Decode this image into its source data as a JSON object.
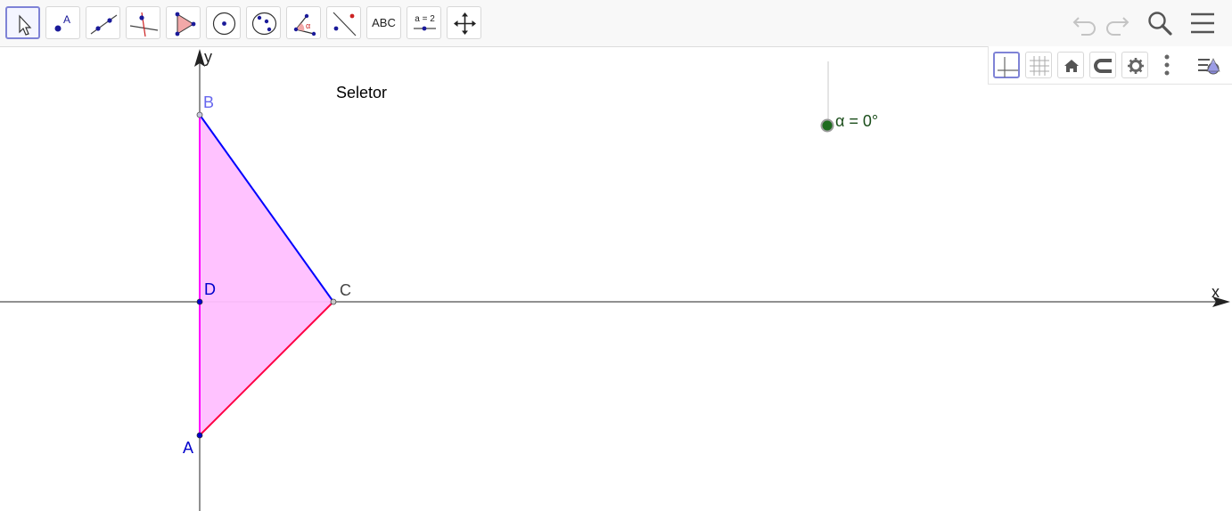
{
  "toolbar": {
    "tools": [
      {
        "id": "move",
        "icon": "cursor-arrow-icon",
        "active": true
      },
      {
        "id": "point",
        "icon": "point-icon",
        "text": "A"
      },
      {
        "id": "line",
        "icon": "line-icon"
      },
      {
        "id": "perpendicular",
        "icon": "perpendicular-line-icon"
      },
      {
        "id": "polygon",
        "icon": "polygon-icon"
      },
      {
        "id": "circle",
        "icon": "circle-center-point-icon"
      },
      {
        "id": "conic",
        "icon": "ellipse-icon"
      },
      {
        "id": "angle",
        "icon": "angle-icon",
        "text": "α"
      },
      {
        "id": "reflect",
        "icon": "reflect-about-line-icon"
      },
      {
        "id": "text",
        "icon": "text-icon",
        "text": "ABC"
      },
      {
        "id": "slider",
        "icon": "slider-icon",
        "text": "a = 2"
      },
      {
        "id": "move-graphics",
        "icon": "move-graphics-view-icon"
      }
    ],
    "right": [
      "undo-icon",
      "redo-icon",
      "search-icon",
      "menu-icon"
    ]
  },
  "style_bar": {
    "buttons": [
      "axes-icon",
      "grid-icon",
      "home-icon",
      "magnet-icon",
      "gear-icon",
      "more-vertical-icon",
      "style-bar-toggle-icon"
    ]
  },
  "canvas": {
    "text_object": "Seletor",
    "slider_label": "α = 0°",
    "axis_x_label": "x",
    "axis_y_label": "y",
    "points": {
      "A": {
        "label": "A",
        "x": 0,
        "y": -2
      },
      "B": {
        "label": "B",
        "x": 0,
        "y": 3
      },
      "C": {
        "label": "C",
        "x": 2,
        "y": 0
      },
      "D": {
        "label": "D",
        "x": 0,
        "y": 0
      }
    },
    "colors": {
      "fill": "#ffbfff",
      "segment_AB": "#ff00ff",
      "segment_BC": "#0000ff",
      "segment_CA": "#ff0044",
      "point_blue": "#0000cc",
      "label_B": "#6666ee",
      "label_C": "#444444",
      "slider_text": "#1a4d1a",
      "slider_point": "#1e6b1e"
    }
  }
}
